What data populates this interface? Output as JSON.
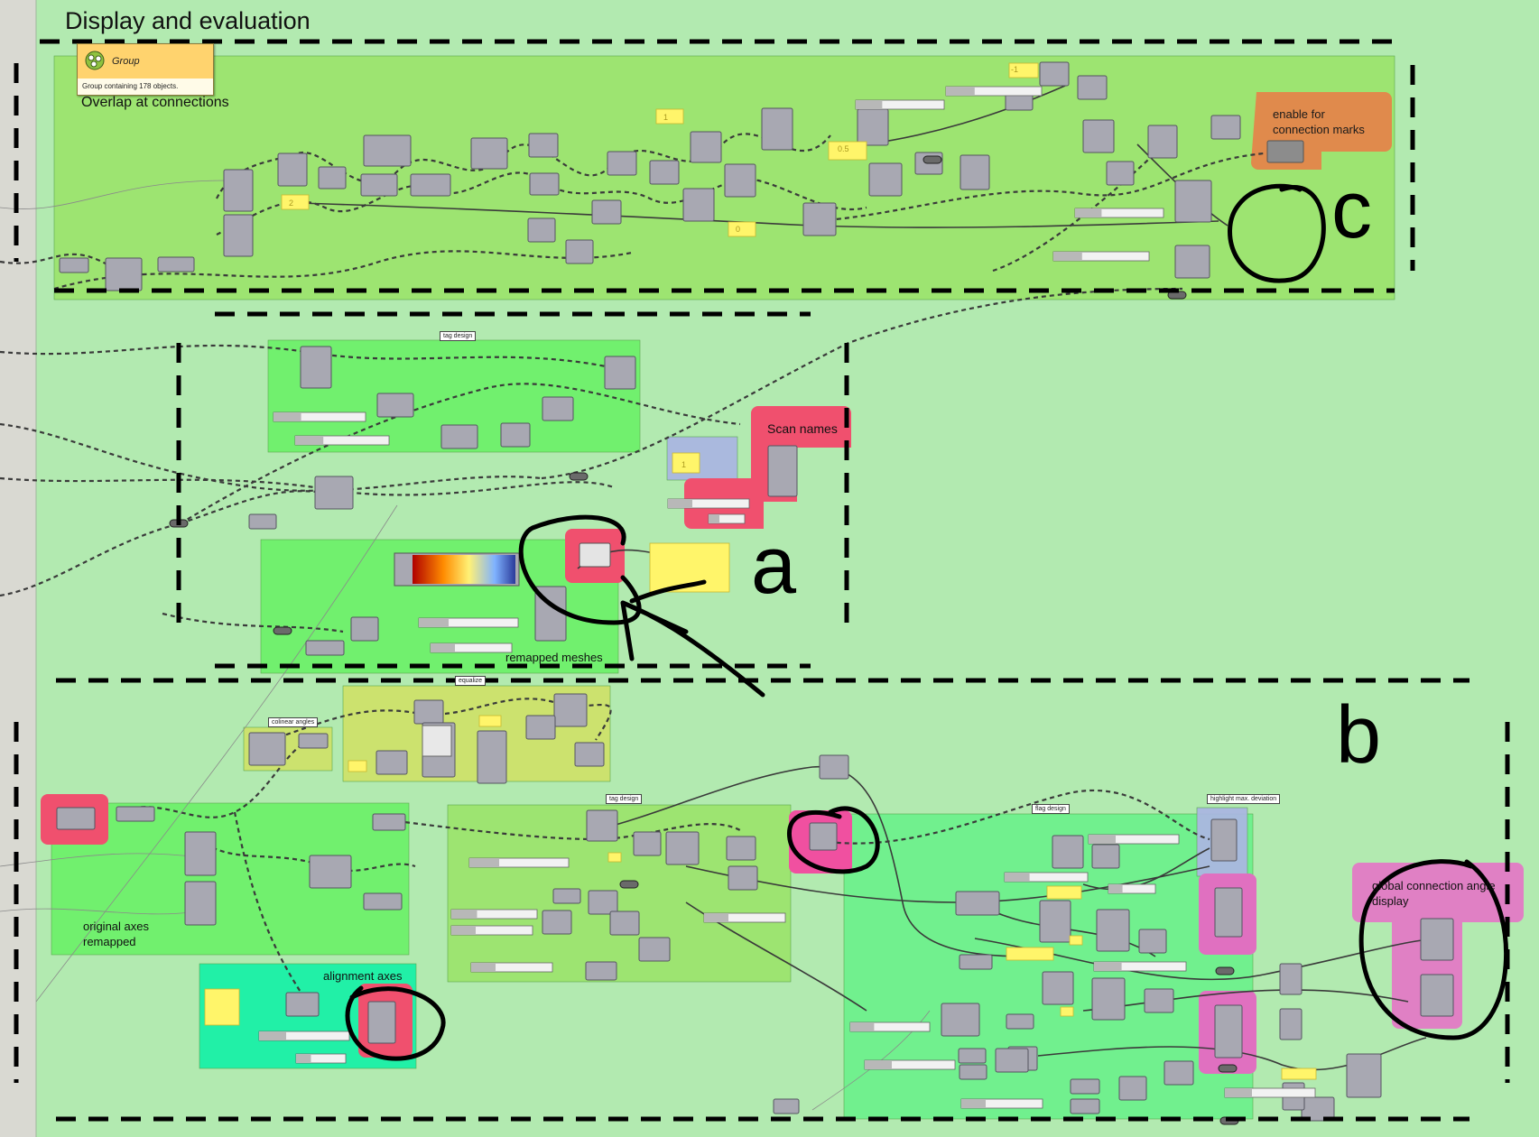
{
  "canvas_title": "Display and evaluation",
  "tooltip": {
    "title": "Group",
    "description": "Group containing 178 objects.",
    "icon": "group-icon"
  },
  "groups": {
    "top": {
      "label": "Overlap at connections"
    },
    "enable": {
      "label": "enable for connection marks"
    },
    "scan": {
      "label": "Scan names"
    },
    "remapped": {
      "label": "remapped meshes"
    },
    "axes": {
      "label": "original axes remapped"
    },
    "alignment": {
      "label": "alignment axes"
    },
    "global": {
      "label": "global connection angle display"
    }
  },
  "component_tags": {
    "tag_design_a": "tag design",
    "equalize": "equalize",
    "colinear": "colinear angles",
    "tag_design_b": "tag design",
    "flag_design": "flag design",
    "highlight": "highlight max. deviation"
  },
  "panel_values": [
    "-1",
    "1",
    "0.5",
    "2",
    "0",
    "1"
  ],
  "annotations": {
    "a": "a",
    "b": "b",
    "c": "c"
  },
  "colors": {
    "canvas": "#b2eab0",
    "group_green": "#9ce46e",
    "group_bright": "#6ef06a",
    "group_teal": "#19f0a6",
    "group_olive": "#cde26a",
    "group_orange": "#e08a4c",
    "group_red": "#f0506e",
    "group_pink": "#e080c4",
    "component": "#a8a8b2",
    "panel_yellow": "#fff56a"
  }
}
